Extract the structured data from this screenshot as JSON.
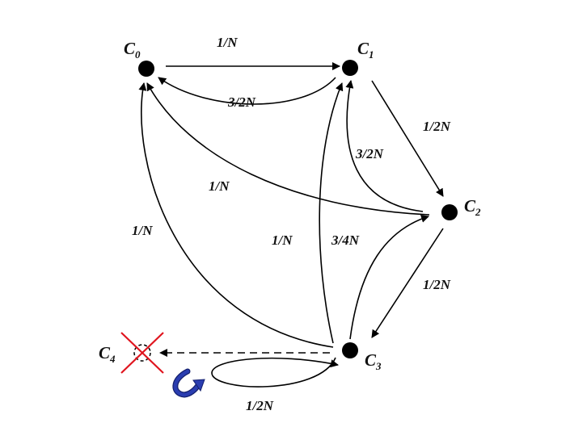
{
  "states": {
    "c0": {
      "letter": "C",
      "sub": "0"
    },
    "c1": {
      "letter": "C",
      "sub": "1"
    },
    "c2": {
      "letter": "C",
      "sub": "2"
    },
    "c3": {
      "letter": "C",
      "sub": "3"
    },
    "c4": {
      "letter": "C",
      "sub": "4"
    }
  },
  "transitions": {
    "c0_to_c1": "1/N",
    "c1_to_c0": "3/2N",
    "c1_to_c2": "1/2N",
    "c2_to_c1": "3/2N",
    "c2_to_c0": "1/N",
    "c3_to_c0": "1/N",
    "c3_to_c1": "1/N",
    "c3_to_c2": "3/4N",
    "c2_to_c3": "1/2N",
    "c3_self": "1/2N"
  },
  "colors": {
    "node": "#000000",
    "removed_mark": "#e0141e",
    "loop_arrow": "#2a3db0"
  }
}
